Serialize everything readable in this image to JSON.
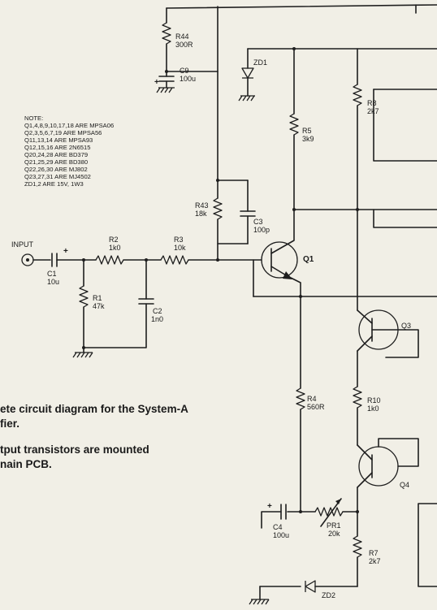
{
  "note": {
    "heading": "NOTE:",
    "lines": [
      "Q1,4,8,9,10,17,18 ARE MPSA06",
      "Q2,3,5,6,7,19 ARE MPSA56",
      "Q11,13,14 ARE MPSA93",
      "Q12,15,16 ARE 2N6515",
      "Q20,24,28 ARE BD379",
      "Q21,25,29 ARE BD380",
      "Q22,26,30 ARE MJ802",
      "Q23,27,31 ARE MJ4502",
      "ZD1,2 ARE 15V, 1W3"
    ]
  },
  "input_label": "INPUT",
  "caption": {
    "line1": "ete circuit diagram for the System-A",
    "line2": "fier.",
    "line3": "tput transistors are mounted",
    "line4": "nain PCB."
  },
  "components": {
    "r44": {
      "ref": "R44",
      "value": "300R"
    },
    "c9": {
      "ref": "C9",
      "value": "100u"
    },
    "zd1": {
      "ref": "ZD1"
    },
    "r8": {
      "ref": "R8",
      "value": "2k7"
    },
    "r5": {
      "ref": "R5",
      "value": "3k9"
    },
    "r43": {
      "ref": "R43",
      "value": "18k"
    },
    "c3": {
      "ref": "C3",
      "value": "100p"
    },
    "c1": {
      "ref": "C1",
      "value": "10u"
    },
    "r2": {
      "ref": "R2",
      "value": "1k0"
    },
    "r3": {
      "ref": "R3",
      "value": "10k"
    },
    "q1": {
      "ref": "Q1"
    },
    "r1": {
      "ref": "R1",
      "value": "47k"
    },
    "c2": {
      "ref": "C2",
      "value": "1n0"
    },
    "q3": {
      "ref": "Q3"
    },
    "r4": {
      "ref": "R4",
      "value": "560R"
    },
    "r10": {
      "ref": "R10",
      "value": "1k0"
    },
    "q4": {
      "ref": "Q4"
    },
    "c4": {
      "ref": "C4",
      "value": "100u"
    },
    "pr1": {
      "ref": "PR1",
      "value": "20k"
    },
    "r7": {
      "ref": "R7",
      "value": "2k7"
    },
    "zd2": {
      "ref": "ZD2"
    }
  },
  "polarity": {
    "plus": "+"
  }
}
